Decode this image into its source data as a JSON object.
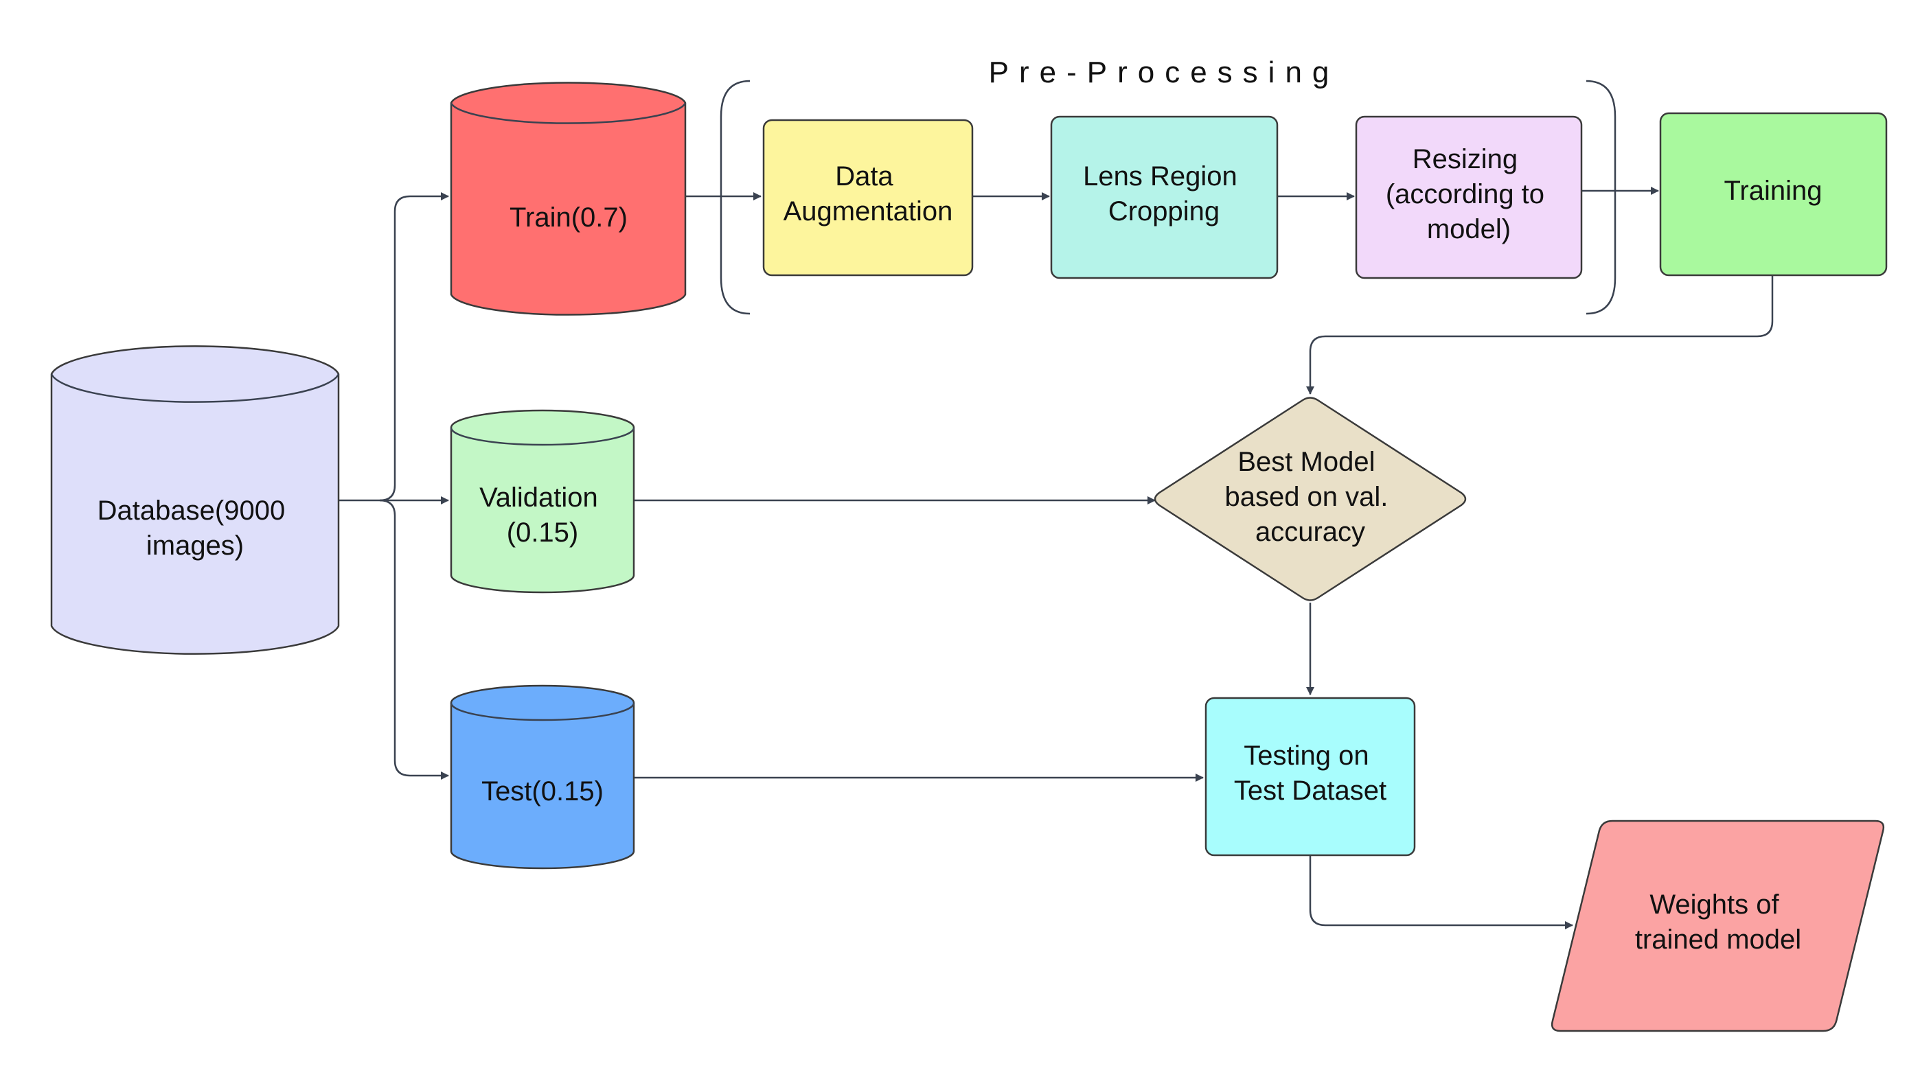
{
  "diagram": {
    "group_label": "Pre-Processing",
    "nodes": {
      "database": {
        "label": [
          "Database(9000",
          "images)"
        ],
        "color": "#dedffa"
      },
      "train": {
        "label": [
          "Train(0.7)"
        ],
        "color": "#ff7070"
      },
      "validation": {
        "label": [
          "Validation",
          "(0.15)"
        ],
        "color": "#c3f7c6"
      },
      "test": {
        "label": [
          "Test(0.15)"
        ],
        "color": "#6cadfc"
      },
      "data_augmentation": {
        "label": [
          "Data",
          "Augmentation"
        ],
        "color": "#fdf59d"
      },
      "lens_region_cropping": {
        "label": [
          "Lens Region",
          "Cropping"
        ],
        "color": "#b5f3e9"
      },
      "resizing": {
        "label": [
          "Resizing",
          "(according to",
          "model)"
        ],
        "color": "#f2d9fa"
      },
      "training": {
        "label": [
          "Training"
        ],
        "color": "#a9f99e"
      },
      "best_model": {
        "label": [
          "Best Model",
          "based on val.",
          "accuracy"
        ],
        "color": "#e9e0c8"
      },
      "testing": {
        "label": [
          "Testing on",
          "Test Dataset"
        ],
        "color": "#a8fdfd"
      },
      "weights": {
        "label": [
          "Weights of",
          "trained model"
        ],
        "color": "#fba3a3"
      }
    },
    "edges": [
      {
        "from": "database",
        "to": "train"
      },
      {
        "from": "database",
        "to": "validation"
      },
      {
        "from": "database",
        "to": "test"
      },
      {
        "from": "train",
        "to": "data_augmentation"
      },
      {
        "from": "data_augmentation",
        "to": "lens_region_cropping"
      },
      {
        "from": "lens_region_cropping",
        "to": "resizing"
      },
      {
        "from": "resizing",
        "to": "training"
      },
      {
        "from": "training",
        "to": "best_model"
      },
      {
        "from": "validation",
        "to": "best_model"
      },
      {
        "from": "best_model",
        "to": "testing"
      },
      {
        "from": "test",
        "to": "testing"
      },
      {
        "from": "testing",
        "to": "weights"
      }
    ]
  }
}
